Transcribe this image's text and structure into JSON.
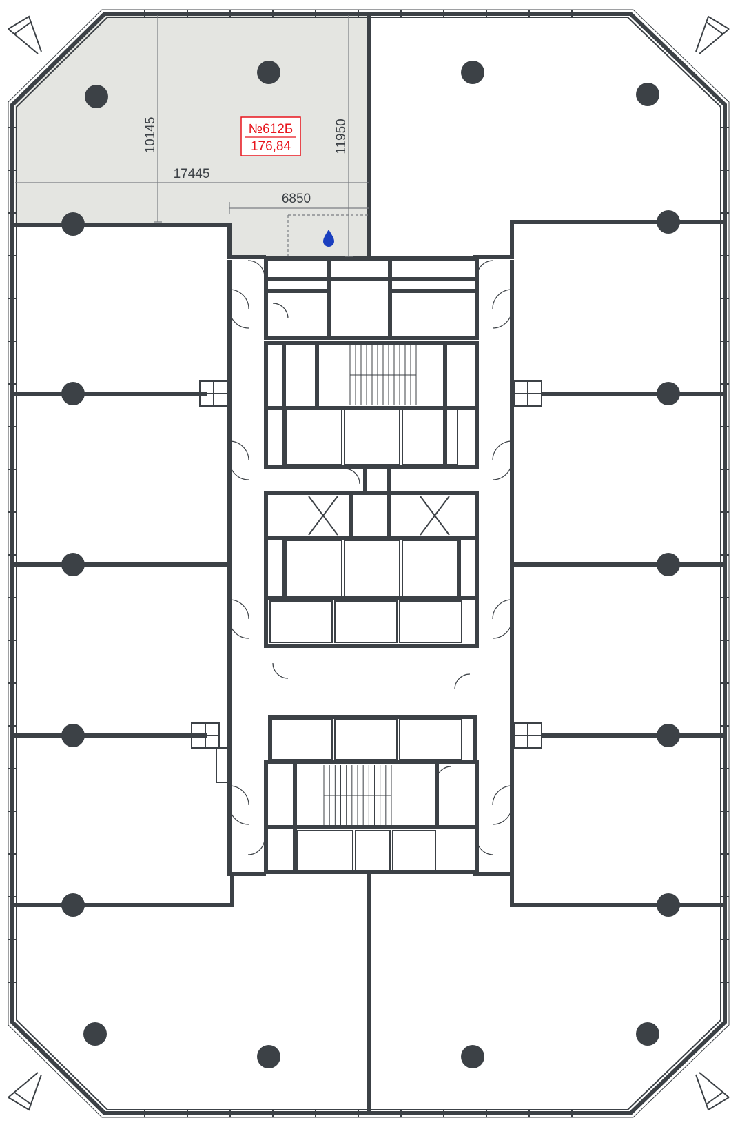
{
  "unit": {
    "number": "№612Б",
    "area": "176,84"
  },
  "dimensions": {
    "height_left": "10145",
    "width_total": "17445",
    "width_partial": "6850",
    "height_right": "11950"
  },
  "colors": {
    "wall": "#3c4146",
    "highlight_fill": "#e4e5e1",
    "unit_label": "#e8141c",
    "water_drop": "#1a3fbf"
  },
  "icons": {
    "water_point": "water-drop-icon",
    "north_arrows": "north-arrow-icon"
  }
}
